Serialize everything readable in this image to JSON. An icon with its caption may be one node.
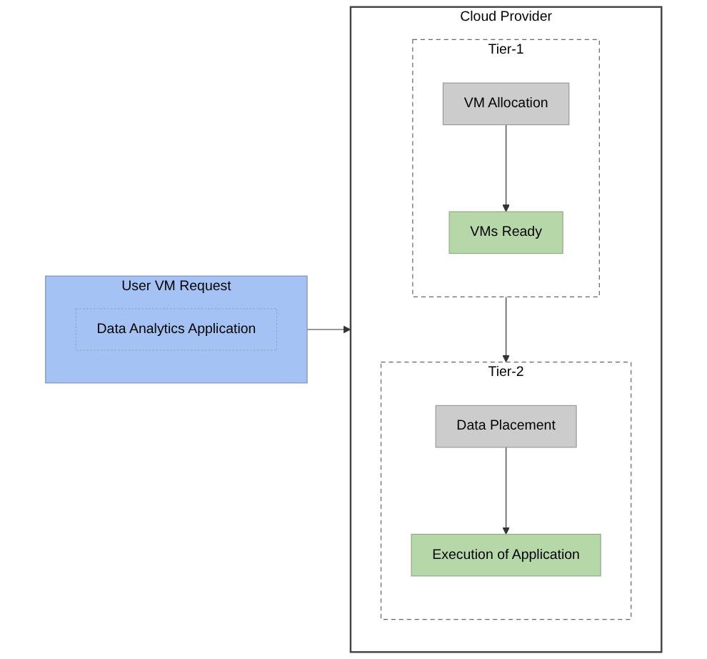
{
  "diagram": {
    "nodes": [
      {
        "text": [
          "User VM Request"
        ]
      },
      {
        "text": [
          "Data Analytics Application"
        ],
        "in": 0
      },
      {
        "text": [
          "Cloud Provider"
        ]
      },
      {
        "text": [
          "Tier-1"
        ],
        "in": 2
      },
      {
        "text": [
          "VM Allocation"
        ],
        "in": 3
      },
      {
        "text": [
          "VMs Ready"
        ],
        "in": 3
      },
      {
        "text": [
          "Tier-2"
        ],
        "in": 2
      },
      {
        "text": [
          "Data Placement"
        ],
        "in": 6
      },
      {
        "text": [
          "Execution of Application"
        ],
        "in": 6
      }
    ],
    "edges": [
      {
        "from": 0,
        "to": 2,
        "arrow": "to"
      },
      {
        "from": 4,
        "to": 5,
        "arrow": "to"
      },
      {
        "from": 3,
        "to": 6,
        "arrow": "to"
      },
      {
        "from": 7,
        "to": 8,
        "arrow": "to"
      }
    ]
  }
}
